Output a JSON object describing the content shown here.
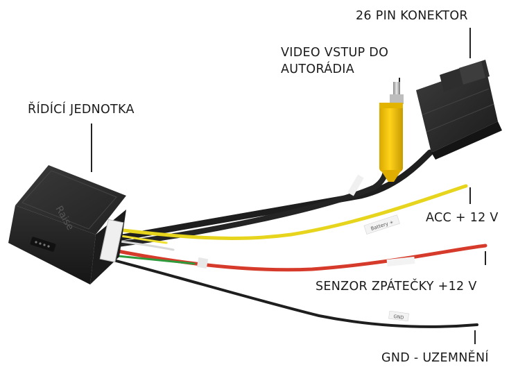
{
  "labels": {
    "connector_26pin": "26 PIN KONEKTOR",
    "video_in_line1": "VIDEO VSTUP DO",
    "video_in_line2": "AUTORÁDIA",
    "control_unit": "ŘÍDÍCÍ JEDNOTKA",
    "acc": "ACC + 12 V",
    "reverse_sensor": "SENZOR ZPÁTEČKY +12 V",
    "gnd": "GND - UZEMNĚNÍ"
  },
  "product_marks": {
    "box_brand": "Raise",
    "wire_tag_battery": "Battery +",
    "wire_tag_gnd": "GND"
  },
  "colors": {
    "background": "#ffffff",
    "box": "#2b2b2b",
    "rca_yellow": "#f2c500",
    "wire_yellow": "#e9d81a",
    "wire_red": "#d63a2a",
    "wire_black": "#1e1e1e"
  }
}
